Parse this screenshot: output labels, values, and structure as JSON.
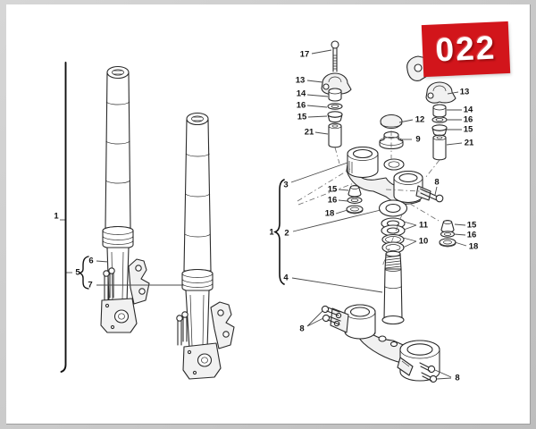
{
  "badge": {
    "number": "022",
    "color": "#d2151b"
  },
  "diagram": {
    "type": "exploded-parts-diagram",
    "subject": "front-fork-and-steering-triple-clamp",
    "part_numbers_shown": [
      "1",
      "2",
      "3",
      "4",
      "5",
      "6",
      "7",
      "8",
      "9",
      "10",
      "11",
      "12",
      "13",
      "14",
      "15",
      "16",
      "17",
      "18",
      "21"
    ],
    "callouts": {
      "main1": "1",
      "g6": "6",
      "g5": "5",
      "g7": "7",
      "b17": "17",
      "l13": "13",
      "l14": "14",
      "l16": "16",
      "l15": "15",
      "l21": "21",
      "c12": "12",
      "c9": "9",
      "r13": "13",
      "r14": "14",
      "r16": "16",
      "r15": "15",
      "r21": "21",
      "c3": "3",
      "t8": "8",
      "m15": "15",
      "m16": "16",
      "m18": "18",
      "c11": "11",
      "c10": "10",
      "grp1": "1",
      "c2": "2",
      "s15": "15",
      "s16": "16",
      "s18": "18",
      "c4": "4",
      "lb8": "8",
      "rb8": "8"
    }
  }
}
